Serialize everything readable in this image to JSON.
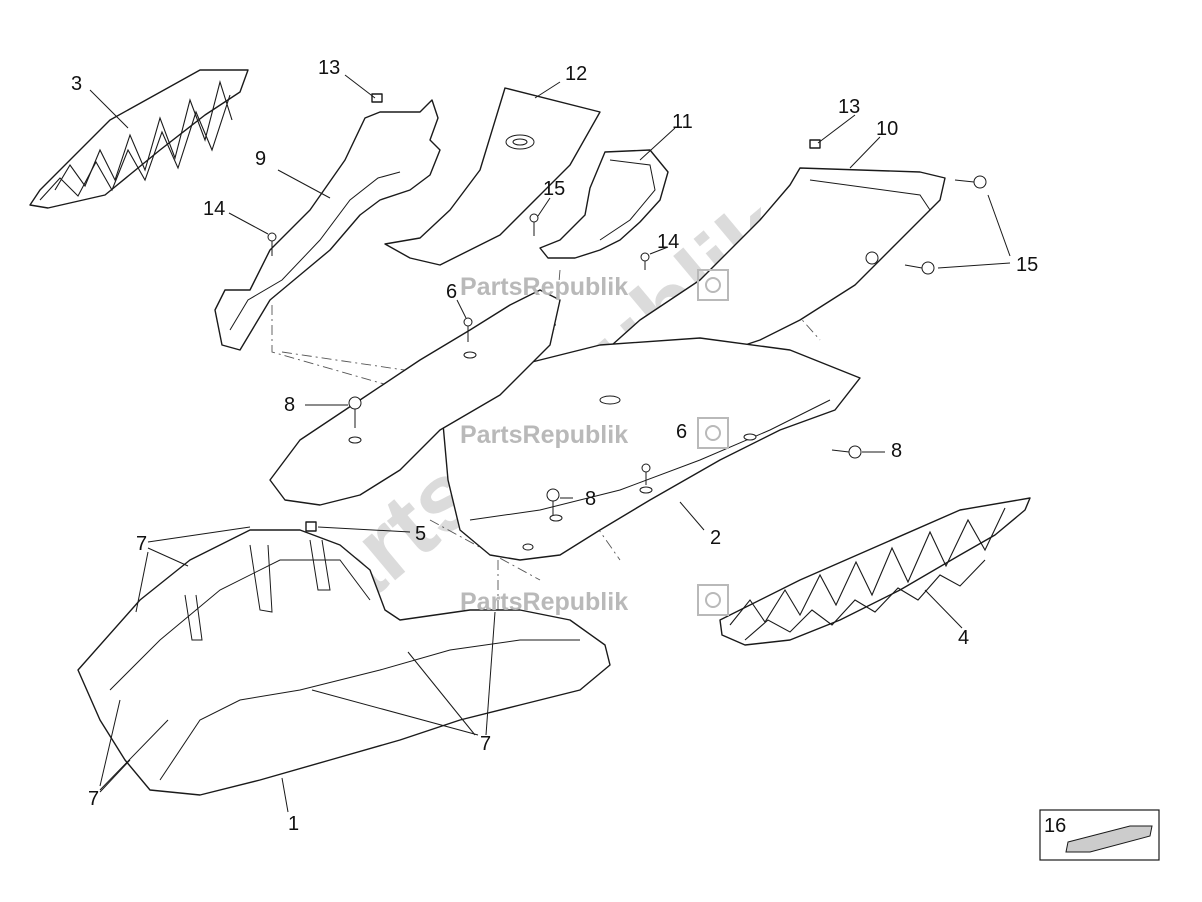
{
  "callouts": {
    "c1": "1",
    "c2": "2",
    "c3": "3",
    "c4": "4",
    "c5": "5",
    "c6a": "6",
    "c6b": "6",
    "c7a": "7",
    "c7b": "7",
    "c7c": "7",
    "c8a": "8",
    "c8b": "8",
    "c8c": "8",
    "c9": "9",
    "c10": "10",
    "c11": "11",
    "c12": "12",
    "c13a": "13",
    "c13b": "13",
    "c14a": "14",
    "c14b": "14",
    "c15a": "15",
    "c15b": "15",
    "c16": "16"
  },
  "watermark": {
    "brand": "PartsRepublik",
    "diagonal": "PartsRepublik"
  },
  "colors": {
    "line": "#1a1a1a",
    "watermark": "#b9b9b9"
  }
}
